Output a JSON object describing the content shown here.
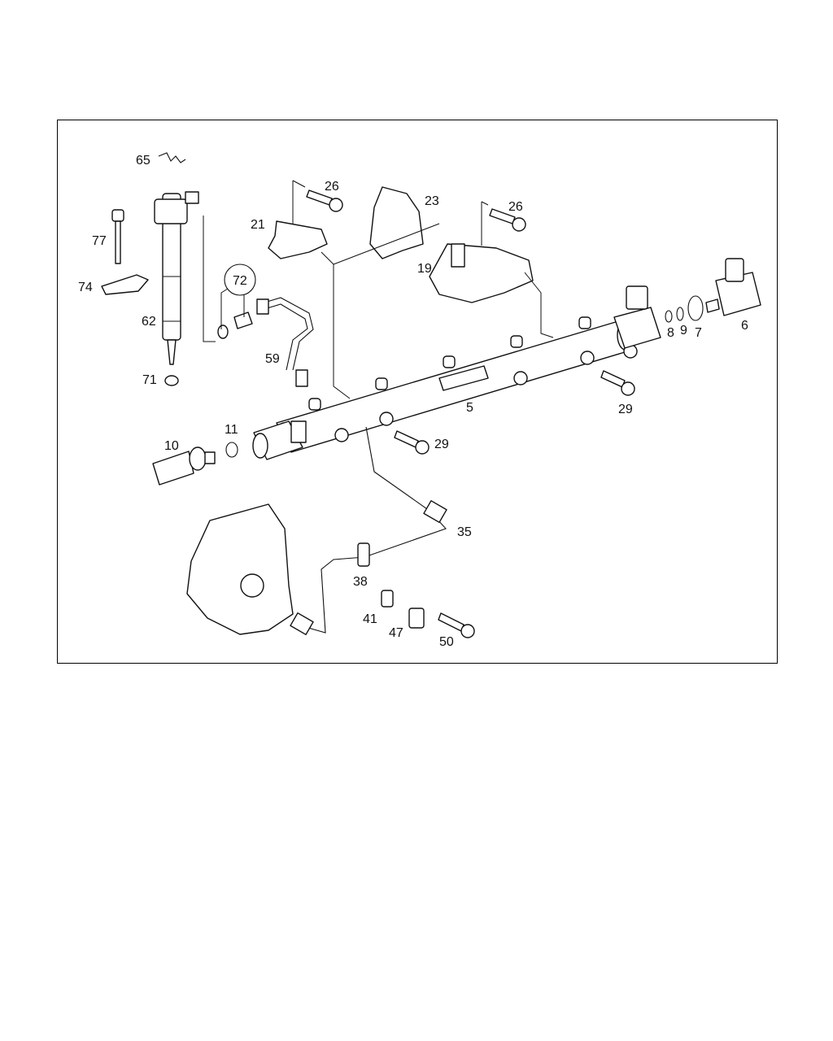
{
  "diagram": {
    "callouts": {
      "c65": "65",
      "c77": "77",
      "c74": "74",
      "c62": "62",
      "c71": "71",
      "c72": "72",
      "c59": "59",
      "c21": "21",
      "c26a": "26",
      "c23": "23",
      "c26b": "26",
      "c19": "19",
      "c5": "5",
      "c8": "8",
      "c9": "9",
      "c7": "7",
      "c6": "6",
      "c29a": "29",
      "c29b": "29",
      "c10": "10",
      "c11": "11",
      "c35": "35",
      "c38": "38",
      "c41": "41",
      "c47": "47",
      "c50": "50"
    },
    "colors": {
      "line": "#111111",
      "background": "#ffffff",
      "frame": "#000000"
    }
  }
}
